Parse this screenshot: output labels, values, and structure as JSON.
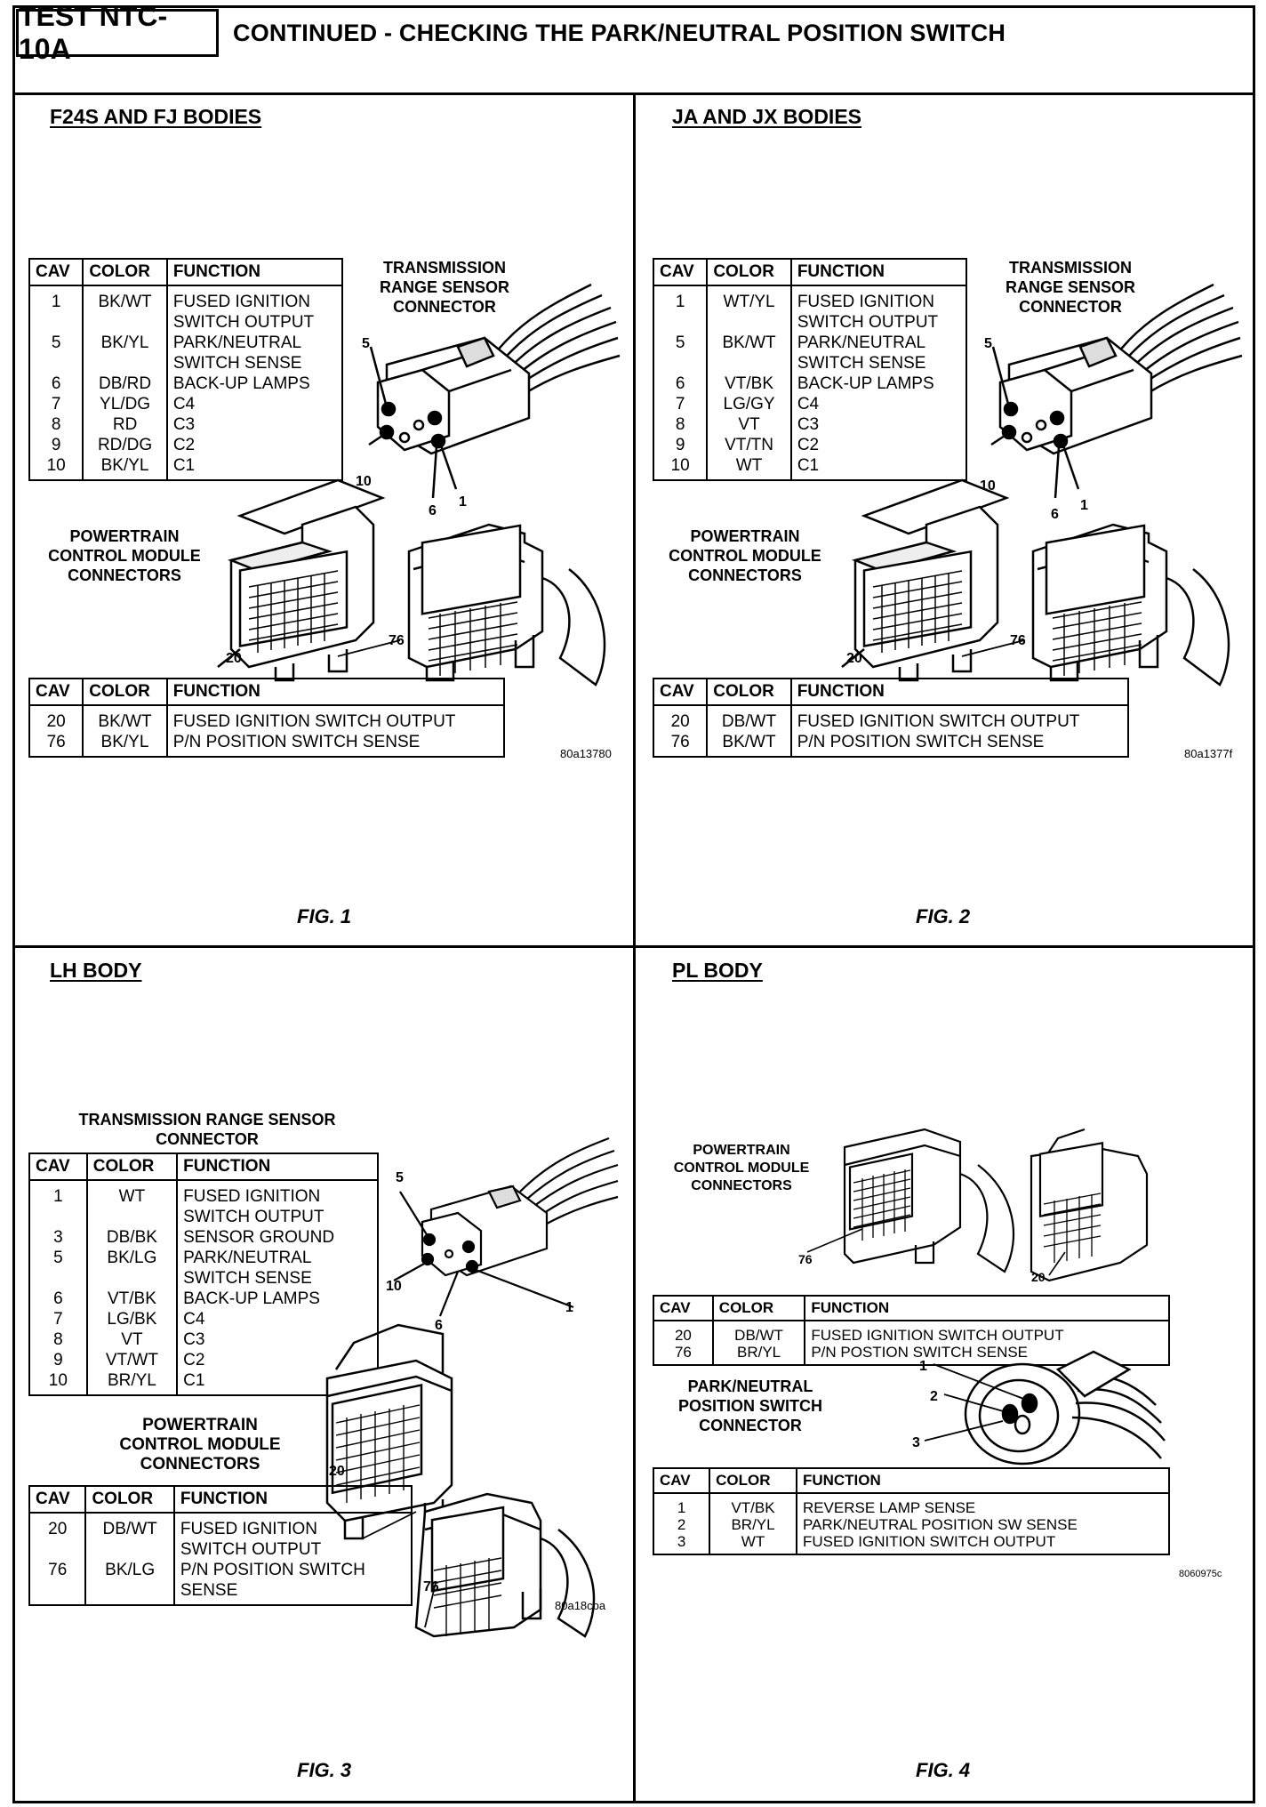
{
  "header": {
    "test_id": "TEST NTC-10A",
    "title": "CONTINUED - CHECKING THE PARK/NEUTRAL POSITION SWITCH"
  },
  "quadrants": [
    {
      "body_title": "F24S AND FJ BODIES",
      "figure": "FIG. 1",
      "image_code": "80a13780",
      "sensor_label": "TRANSMISSION\nRANGE SENSOR\nCONNECTOR",
      "pcm_label": "POWERTRAIN\nCONTROL MODULE\nCONNECTORS",
      "sensor_pins": [
        "5",
        "10",
        "6",
        "1"
      ],
      "pcm_pins": [
        "20",
        "76"
      ],
      "sensor_table": {
        "headers": [
          "CAV",
          "COLOR",
          "FUNCTION"
        ],
        "rows": [
          {
            "cav": "1",
            "color": "BK/WT",
            "function": "FUSED IGNITION\nSWITCH OUTPUT"
          },
          {
            "cav": "5",
            "color": "BK/YL",
            "function": "PARK/NEUTRAL\nSWITCH SENSE"
          },
          {
            "cav": "6",
            "color": "DB/RD",
            "function": "BACK-UP LAMPS"
          },
          {
            "cav": "7",
            "color": "YL/DG",
            "function": "C4"
          },
          {
            "cav": "8",
            "color": "RD",
            "function": "C3"
          },
          {
            "cav": "9",
            "color": "RD/DG",
            "function": "C2"
          },
          {
            "cav": "10",
            "color": "BK/YL",
            "function": "C1"
          }
        ]
      },
      "pcm_table": {
        "headers": [
          "CAV",
          "COLOR",
          "FUNCTION"
        ],
        "rows": [
          {
            "cav": "20",
            "color": "BK/WT",
            "function": "FUSED IGNITION SWITCH OUTPUT"
          },
          {
            "cav": "76",
            "color": "BK/YL",
            "function": "P/N POSITION SWITCH SENSE"
          }
        ]
      }
    },
    {
      "body_title": "JA AND JX BODIES",
      "figure": "FIG. 2",
      "image_code": "80a1377f",
      "sensor_label": "TRANSMISSION\nRANGE SENSOR\nCONNECTOR",
      "pcm_label": "POWERTRAIN\nCONTROL MODULE\nCONNECTORS",
      "sensor_pins": [
        "5",
        "10",
        "6",
        "1"
      ],
      "pcm_pins": [
        "20",
        "76"
      ],
      "sensor_table": {
        "headers": [
          "CAV",
          "COLOR",
          "FUNCTION"
        ],
        "rows": [
          {
            "cav": "1",
            "color": "WT/YL",
            "function": "FUSED IGNITION\nSWITCH OUTPUT"
          },
          {
            "cav": "5",
            "color": "BK/WT",
            "function": "PARK/NEUTRAL\nSWITCH SENSE"
          },
          {
            "cav": "6",
            "color": "VT/BK",
            "function": "BACK-UP LAMPS"
          },
          {
            "cav": "7",
            "color": "LG/GY",
            "function": "C4"
          },
          {
            "cav": "8",
            "color": "VT",
            "function": "C3"
          },
          {
            "cav": "9",
            "color": "VT/TN",
            "function": "C2"
          },
          {
            "cav": "10",
            "color": "WT",
            "function": "C1"
          }
        ]
      },
      "pcm_table": {
        "headers": [
          "CAV",
          "COLOR",
          "FUNCTION"
        ],
        "rows": [
          {
            "cav": "20",
            "color": "DB/WT",
            "function": "FUSED IGNITION SWITCH OUTPUT"
          },
          {
            "cav": "76",
            "color": "BK/WT",
            "function": "P/N POSITION SWITCH SENSE"
          }
        ]
      }
    },
    {
      "body_title": "LH BODY",
      "figure": "FIG. 3",
      "image_code": "80a18cba",
      "sensor_label": "TRANSMISSION RANGE SENSOR\nCONNECTOR",
      "pcm_label": "POWERTRAIN\nCONTROL MODULE\nCONNECTORS",
      "sensor_pins": [
        "5",
        "10",
        "6",
        "1"
      ],
      "pcm_pins": [
        "20",
        "76"
      ],
      "sensor_table": {
        "headers": [
          "CAV",
          "COLOR",
          "FUNCTION"
        ],
        "rows": [
          {
            "cav": "1",
            "color": "WT",
            "function": "FUSED IGNITION\nSWITCH OUTPUT"
          },
          {
            "cav": "3",
            "color": "DB/BK",
            "function": "SENSOR GROUND"
          },
          {
            "cav": "5",
            "color": "BK/LG",
            "function": "PARK/NEUTRAL\nSWITCH SENSE"
          },
          {
            "cav": "6",
            "color": "VT/BK",
            "function": "BACK-UP LAMPS"
          },
          {
            "cav": "7",
            "color": "LG/BK",
            "function": "C4"
          },
          {
            "cav": "8",
            "color": "VT",
            "function": "C3"
          },
          {
            "cav": "9",
            "color": "VT/WT",
            "function": "C2"
          },
          {
            "cav": "10",
            "color": "BR/YL",
            "function": "C1"
          }
        ]
      },
      "pcm_table": {
        "headers": [
          "CAV",
          "COLOR",
          "FUNCTION"
        ],
        "rows": [
          {
            "cav": "20",
            "color": "DB/WT",
            "function": "FUSED IGNITION\nSWITCH OUTPUT"
          },
          {
            "cav": "76",
            "color": "BK/LG",
            "function": "P/N POSITION SWITCH\nSENSE"
          }
        ]
      }
    },
    {
      "body_title": "PL BODY",
      "figure": "FIG. 4",
      "image_code": "8060975c",
      "pcm_label": "POWERTRAIN\nCONTROL MODULE\nCONNECTORS",
      "switch_label": "PARK/NEUTRAL\nPOSITION SWITCH\nCONNECTOR",
      "switch_pins": [
        "1",
        "2",
        "3"
      ],
      "pcm_pins": [
        "76",
        "20"
      ],
      "pcm_table": {
        "headers": [
          "CAV",
          "COLOR",
          "FUNCTION"
        ],
        "rows": [
          {
            "cav": "20",
            "color": "DB/WT",
            "function": "FUSED IGNITION SWITCH OUTPUT"
          },
          {
            "cav": "76",
            "color": "BR/YL",
            "function": "P/N POSTION SWITCH SENSE"
          }
        ]
      },
      "switch_table": {
        "headers": [
          "CAV",
          "COLOR",
          "FUNCTION"
        ],
        "rows": [
          {
            "cav": "1",
            "color": "VT/BK",
            "function": "REVERSE LAMP SENSE"
          },
          {
            "cav": "2",
            "color": "BR/YL",
            "function": "PARK/NEUTRAL POSITION SW SENSE"
          },
          {
            "cav": "3",
            "color": "WT",
            "function": "FUSED IGNITION SWITCH OUTPUT"
          }
        ]
      }
    }
  ]
}
